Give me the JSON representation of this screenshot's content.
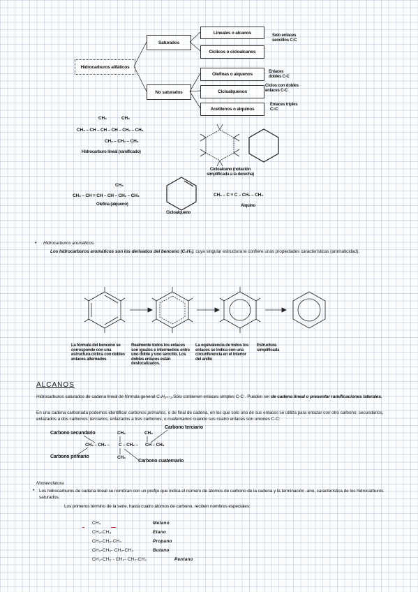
{
  "diagram": {
    "root": "Hidrocarburos alifáticos",
    "saturados": "Saturados",
    "no_saturados": "No saturados",
    "lineales": "Lineales o alcanos",
    "ciclicos": "Cíclicos o cicloalcanos",
    "saturados_note": "Solo enlaces sencillos C-C",
    "olefinas": "Olefinas o alquenos",
    "olefinas_note": "Enlaces dobles C-C",
    "ciclo_alquenos": "Cicloalquenos",
    "ciclo_alquenos_note": "Ciclos con dobles enlaces C-C",
    "acetilenos": "Acetilenos o alquinos",
    "acetilenos_note": "Enlaces triples C≡C"
  },
  "structures": {
    "branched_top1": "CH₃",
    "branched_top2": "CH₃",
    "branched_main": "CH₃ – CH – CH – CH – CH₂ – CH₃",
    "branched_bottom": "CH₂ – CH₂ – CH₃",
    "branched_caption": "Hidrocarburo lineal (ramificado)",
    "cyclo_caption": "Cicloalcano (notación simplificada a la derecha)",
    "olefin_top": "CH₃",
    "olefin_main": "CH₃ – CH = CH – CH – CH₂ – CH₃",
    "olefin_caption": "Olefina (alqueno)",
    "cycloalkene_caption": "Cicloalqueno",
    "alkyne_main": "CH₃ – C ≡ C – CH₂ – CH₃",
    "alkyne_caption": "Alquino"
  },
  "aromatic": {
    "bullet": "Hidrocarburos aromáticos.",
    "text_italic": "Los hidrocarburos aromáticos son los derivados del benceno (C₆H₆)",
    "text_rest": ", cuya singular estructura le confiere unas propiedades características (aromaticidad).",
    "cap1": "La fórmula del benceno se corresponde con una estructura cíclica con dobles enlaces alternados",
    "cap2": "Realmente todos los enlaces son iguales e intermedios entre uno doble y uno sencillo. Los dobles enlaces están deslocalizados.",
    "cap3": "La equivalencia de todos los enlaces se indica con una circunferencia en el interior del anillo",
    "cap4": "Estructura simplificada"
  },
  "alcanos": {
    "heading": "ALCANOS",
    "p1_a": "Hidrocarburos saturados de cadena lineal de fórmula general ",
    "p1_formula": "CₙH₂ₙ₊₂",
    "p1_b": ".Sólo contienen enlaces simples C-C . Pueden ser ",
    "p1_c": "de cadena lineal o presentar ramificaciones laterales.",
    "p2_a": "En una cadena carbonada podemos identificar ",
    "p2_primarios": "carbonos primarios,",
    "p2_b": " o de final de cadena, en los que solo uno de sus enlaces se utiliza para enlazar con otro carbono; ",
    "p2_secundarios": "secundarios,",
    "p2_c": " enlazados a dos carbonos; ",
    "p2_terciarios": "terciarios,",
    "p2_d": " enlazados a tres carbonos, o ",
    "p2_cuaternarios": "cuaternarios",
    "p2_e": " cuando sus cuatro enlaces son uniones C-C:",
    "lbl_secundario": "Carbono secundario",
    "lbl_primario": "Carbono primario",
    "lbl_terciario": "Carbono terciario",
    "lbl_cuaternario": "Carbono cuaternario",
    "chain_top1": "CH₃",
    "chain_top2": "CH₃",
    "chain_main_left": "CH₃ – CH₂ –",
    "chain_main_c": "C – CH₂ –",
    "chain_main_right": "CH – CH₃",
    "chain_bottom": "CH₃"
  },
  "nomenclatura": {
    "heading": "Nomenclatura",
    "bullet": "Los hidrocarburos de cadena lineal se nombran con un prefijo que indica el número de átomos de carbono de la cadena y la terminación -ano, característica de los hidrocarburos saturados.",
    "intro": "Los primeros término de la serie, hasta cuatro átomos de carbono, reciben nombres especiales:",
    "rows": [
      {
        "formula": "CH₄",
        "name": "Metano"
      },
      {
        "formula": "CH₃-CH₃",
        "name": "Etano"
      },
      {
        "formula": "CH₃-CH₂-CH₃",
        "name": "Propano"
      },
      {
        "formula": "CH₃-CH₂- CH₂-CH₃",
        "name": "Butano"
      },
      {
        "formula": "CH₃-CH₂ - CH₂- CH₂-CH₃",
        "name": "Pentano"
      }
    ]
  }
}
